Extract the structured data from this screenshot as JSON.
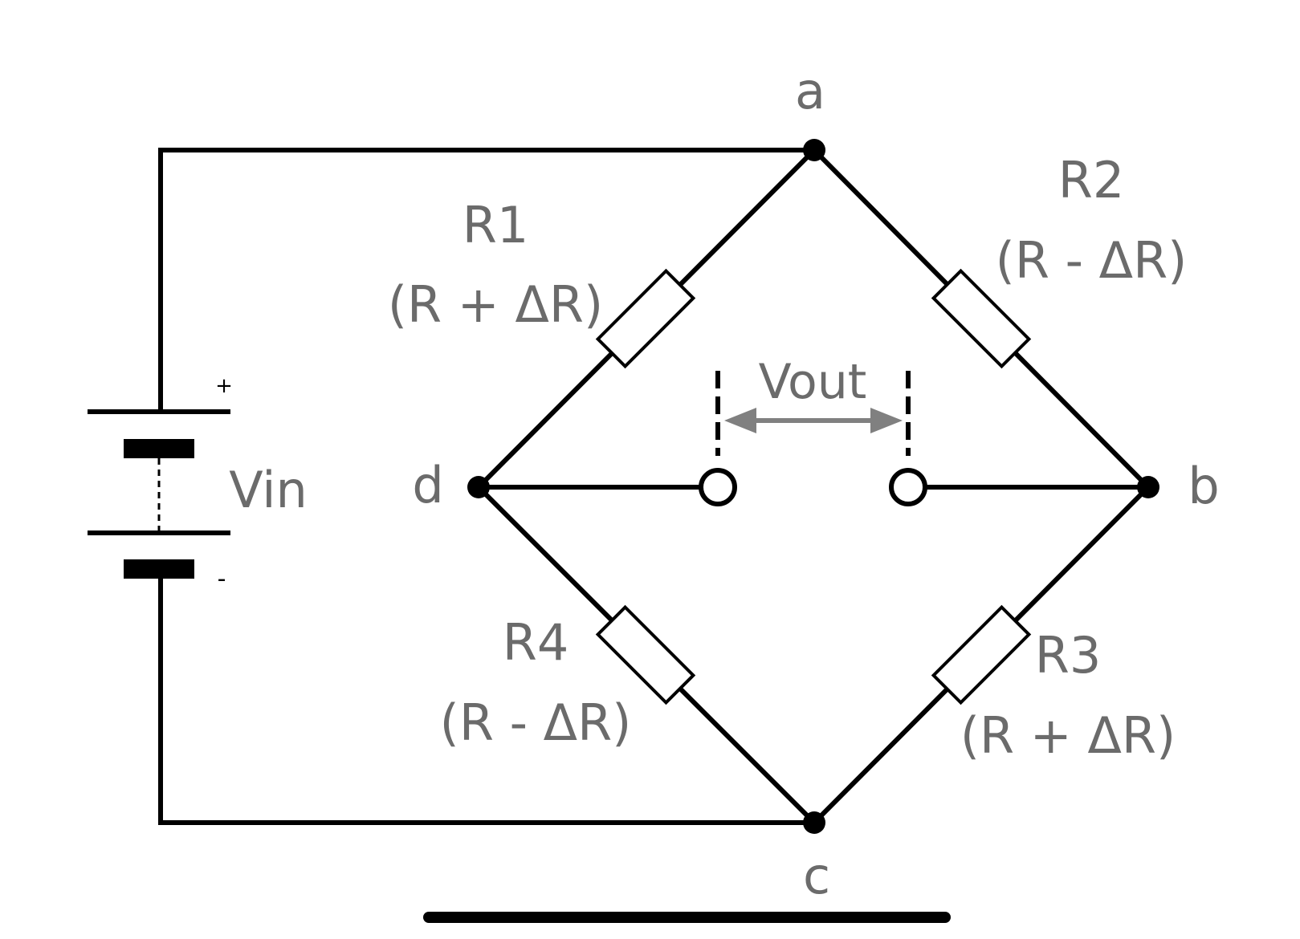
{
  "nodes": {
    "a": "a",
    "b": "b",
    "c": "c",
    "d": "d"
  },
  "resistors": {
    "r1": {
      "name": "R1",
      "value": "(R + ΔR)"
    },
    "r2": {
      "name": "R2",
      "value": "(R - ΔR)"
    },
    "r3": {
      "name": "R3",
      "value": "(R + ΔR)"
    },
    "r4": {
      "name": "R4",
      "value": "(R - ΔR)"
    }
  },
  "source": {
    "label": "Vin",
    "plus": "+",
    "minus": "-"
  },
  "output": {
    "label": "Vout"
  },
  "colors": {
    "wire": "#000000",
    "label": "#6b6b6b",
    "arrow": "#808080"
  }
}
